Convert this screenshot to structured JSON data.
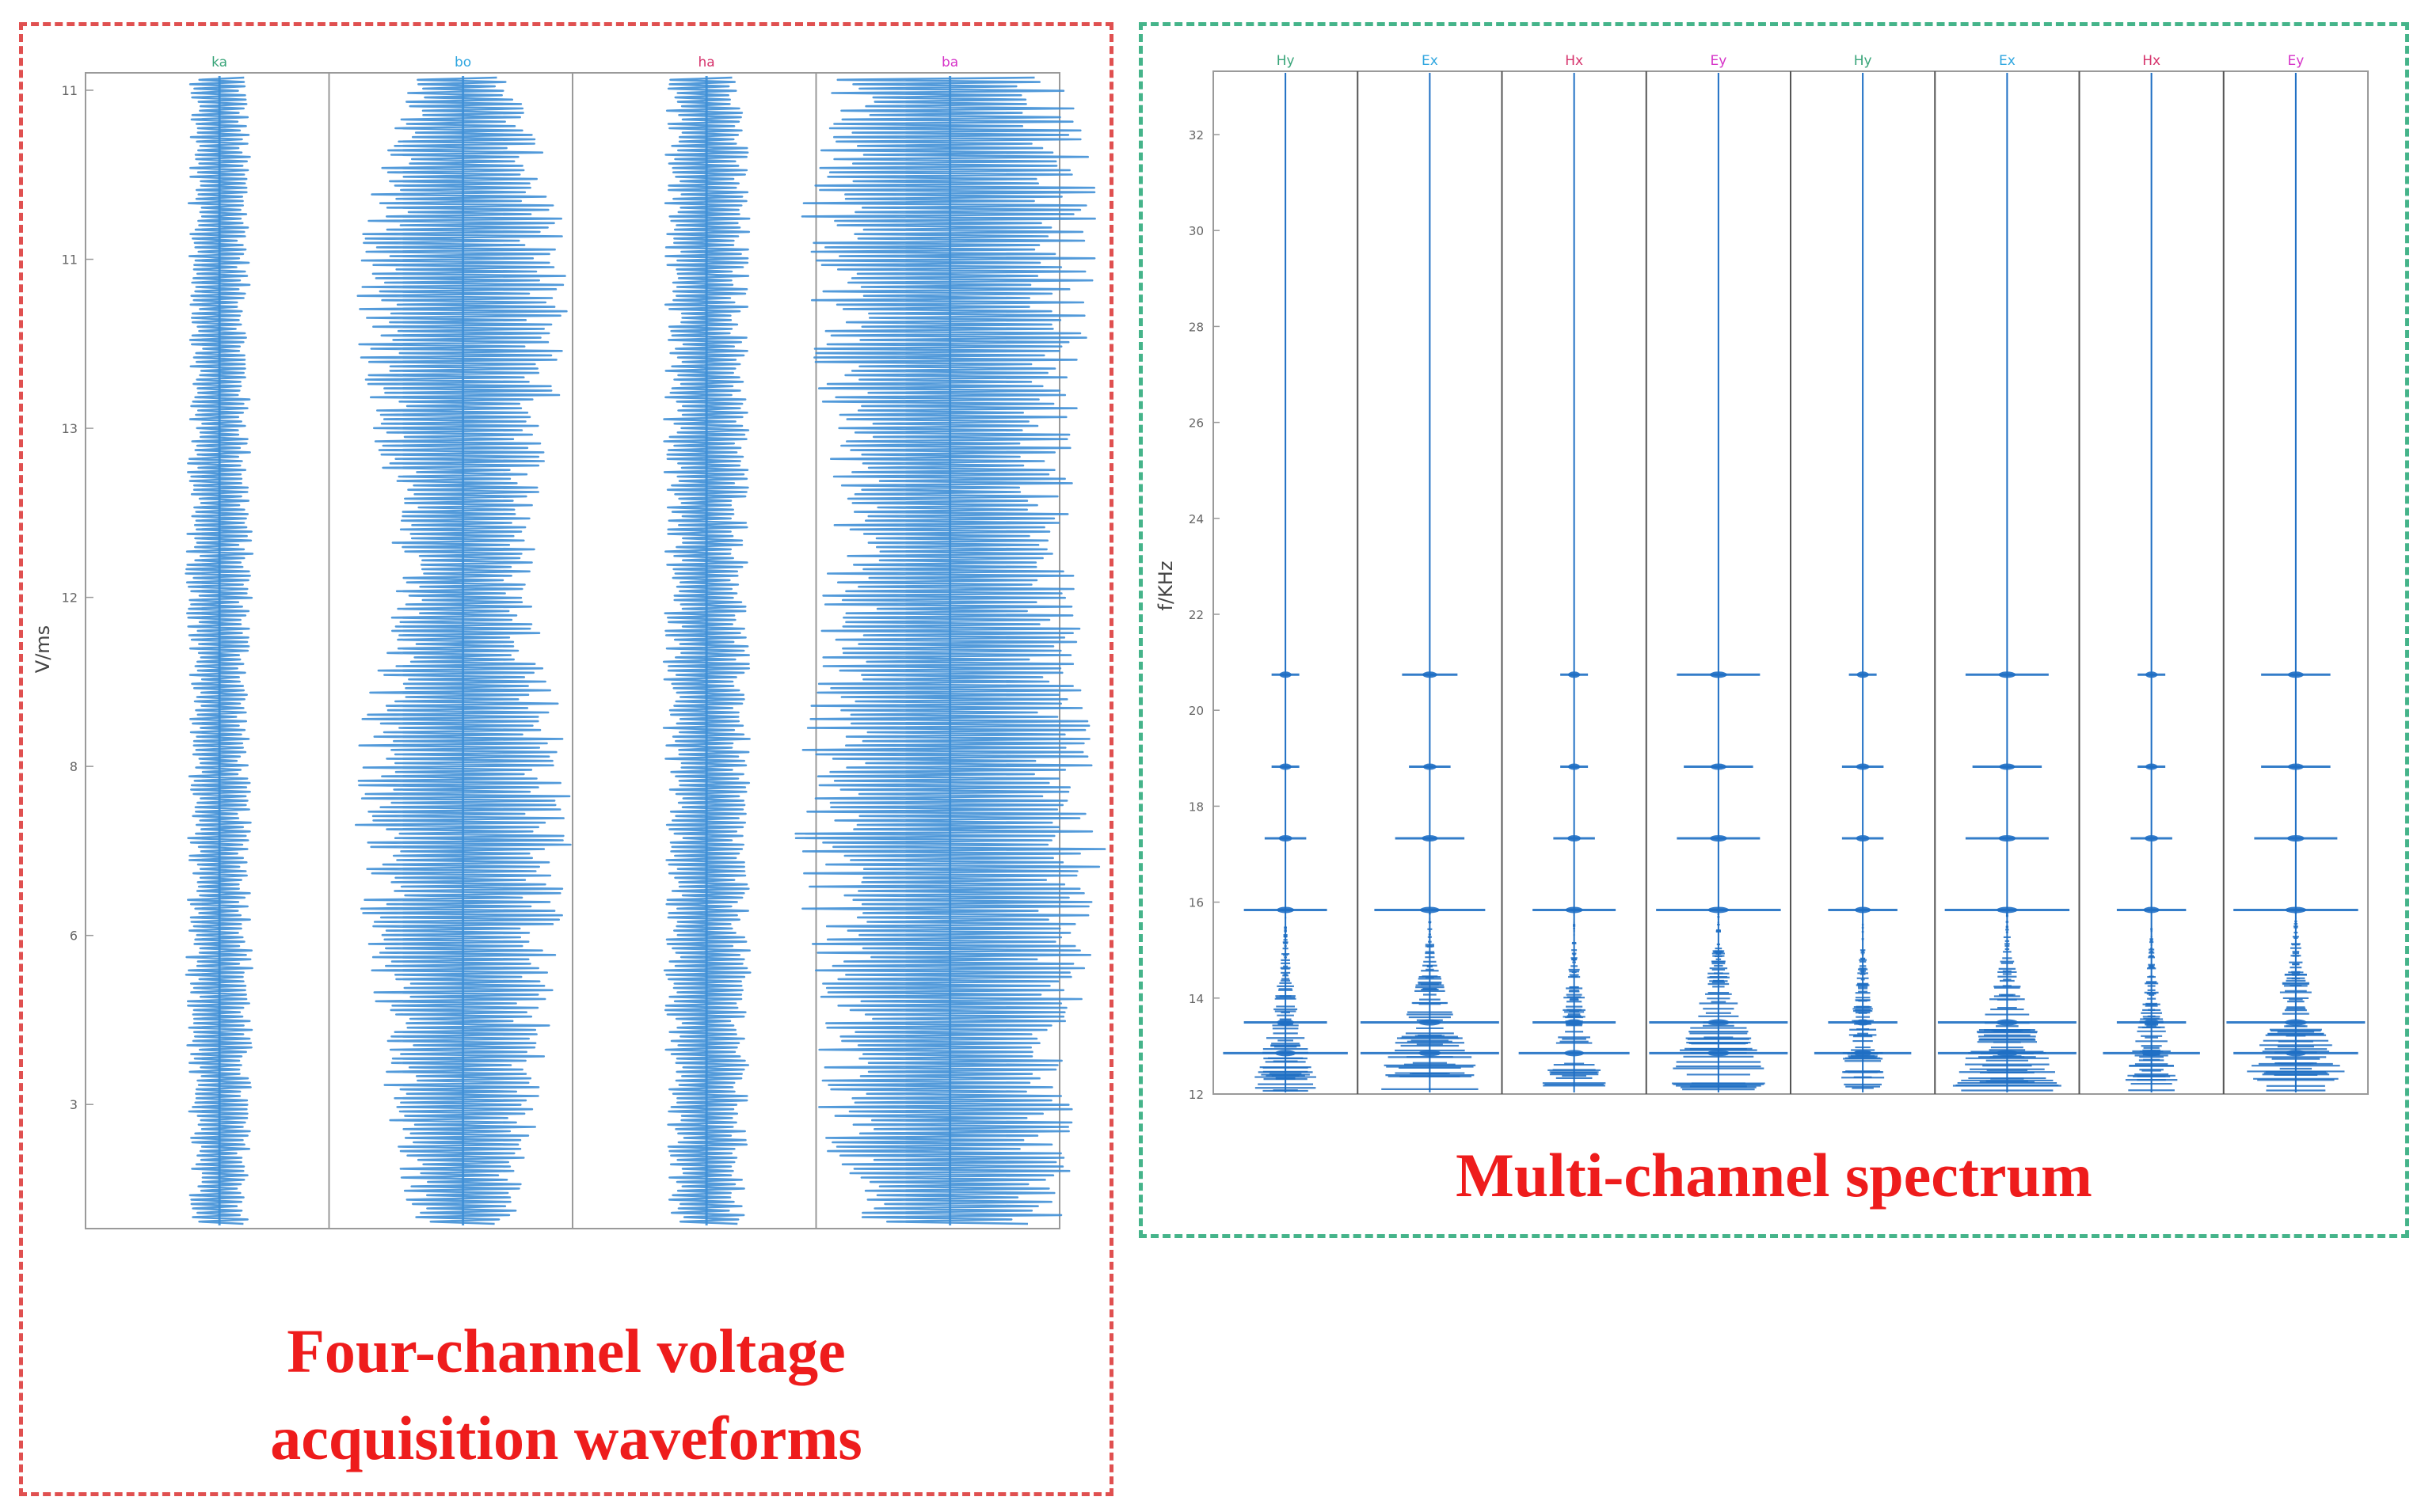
{
  "left_panel": {
    "caption_lines": [
      "Four-channel voltage",
      "acquisition waveforms"
    ],
    "border_color": "#e05050"
  },
  "right_panel": {
    "caption": "Multi-channel spectrum",
    "border_color": "#45b48a"
  },
  "caption_color": "#ee1c1c",
  "chart_data": [
    {
      "type": "line",
      "ylabel": "V/ms",
      "channel_labels": [
        "ka",
        "bo",
        "ha",
        "ba"
      ],
      "channel_label_colors": [
        "#3aa57a",
        "#2fa6e0",
        "#d6336c",
        "#d633c8"
      ],
      "ytick_labels": [
        "11",
        "11",
        "13",
        "12",
        "8",
        "6",
        "3"
      ],
      "series": [
        {
          "label": "ka",
          "relative_amplitude": [
            0.12,
            0.13,
            0.12,
            0.13,
            0.14,
            0.12,
            0.13,
            0.14,
            0.13,
            0.12
          ]
        },
        {
          "label": "bo",
          "relative_amplitude": [
            0.22,
            0.4,
            0.45,
            0.35,
            0.28,
            0.42,
            0.46,
            0.38,
            0.33,
            0.22
          ]
        },
        {
          "label": "ha",
          "relative_amplitude": [
            0.16,
            0.18,
            0.17,
            0.18,
            0.17,
            0.18,
            0.17,
            0.18,
            0.17,
            0.16
          ]
        },
        {
          "label": "ba",
          "relative_amplitude": [
            0.48,
            0.62,
            0.58,
            0.5,
            0.52,
            0.6,
            0.64,
            0.58,
            0.55,
            0.45
          ]
        }
      ],
      "grid": false,
      "line_color": "#3f8fd6"
    },
    {
      "type": "line",
      "ylabel": "f/KHz",
      "channel_labels": [
        "Hy",
        "Ex",
        "Hx",
        "Ey",
        "Hy",
        "Ex",
        "Hx",
        "Ey"
      ],
      "channel_label_colors": [
        "#3aa57a",
        "#2fa6e0",
        "#d6336c",
        "#d633c8",
        "#3aa57a",
        "#2fa6e0",
        "#d6336c",
        "#d633c8"
      ],
      "ytick_labels": [
        "32",
        "30",
        "28",
        "26",
        "24",
        "22",
        "20",
        "18",
        "16",
        "14",
        "12"
      ],
      "spectral_peaks_relative_height": [
        0.07,
        0.04,
        0.18,
        0.25,
        0.32,
        0.41
      ],
      "series": [
        {
          "label": "Hy",
          "peak_strength": [
            0.6,
            0.9,
            0.6,
            0.3,
            0.2,
            0.2
          ]
        },
        {
          "label": "Ex",
          "peak_strength": [
            1.0,
            1.0,
            0.8,
            0.5,
            0.3,
            0.4
          ]
        },
        {
          "label": "Hx",
          "peak_strength": [
            0.6,
            0.8,
            0.6,
            0.3,
            0.2,
            0.2
          ]
        },
        {
          "label": "Ey",
          "peak_strength": [
            1.0,
            1.0,
            0.9,
            0.6,
            0.5,
            0.6
          ]
        },
        {
          "label": "Hy",
          "peak_strength": [
            0.5,
            0.7,
            0.5,
            0.3,
            0.3,
            0.2
          ]
        },
        {
          "label": "Ex",
          "peak_strength": [
            1.0,
            1.0,
            0.9,
            0.6,
            0.5,
            0.6
          ]
        },
        {
          "label": "Hx",
          "peak_strength": [
            0.5,
            0.7,
            0.5,
            0.3,
            0.2,
            0.2
          ]
        },
        {
          "label": "Ey",
          "peak_strength": [
            1.0,
            0.9,
            0.9,
            0.6,
            0.5,
            0.5
          ]
        }
      ],
      "grid": false,
      "line_color": "#1f6fc4"
    }
  ]
}
